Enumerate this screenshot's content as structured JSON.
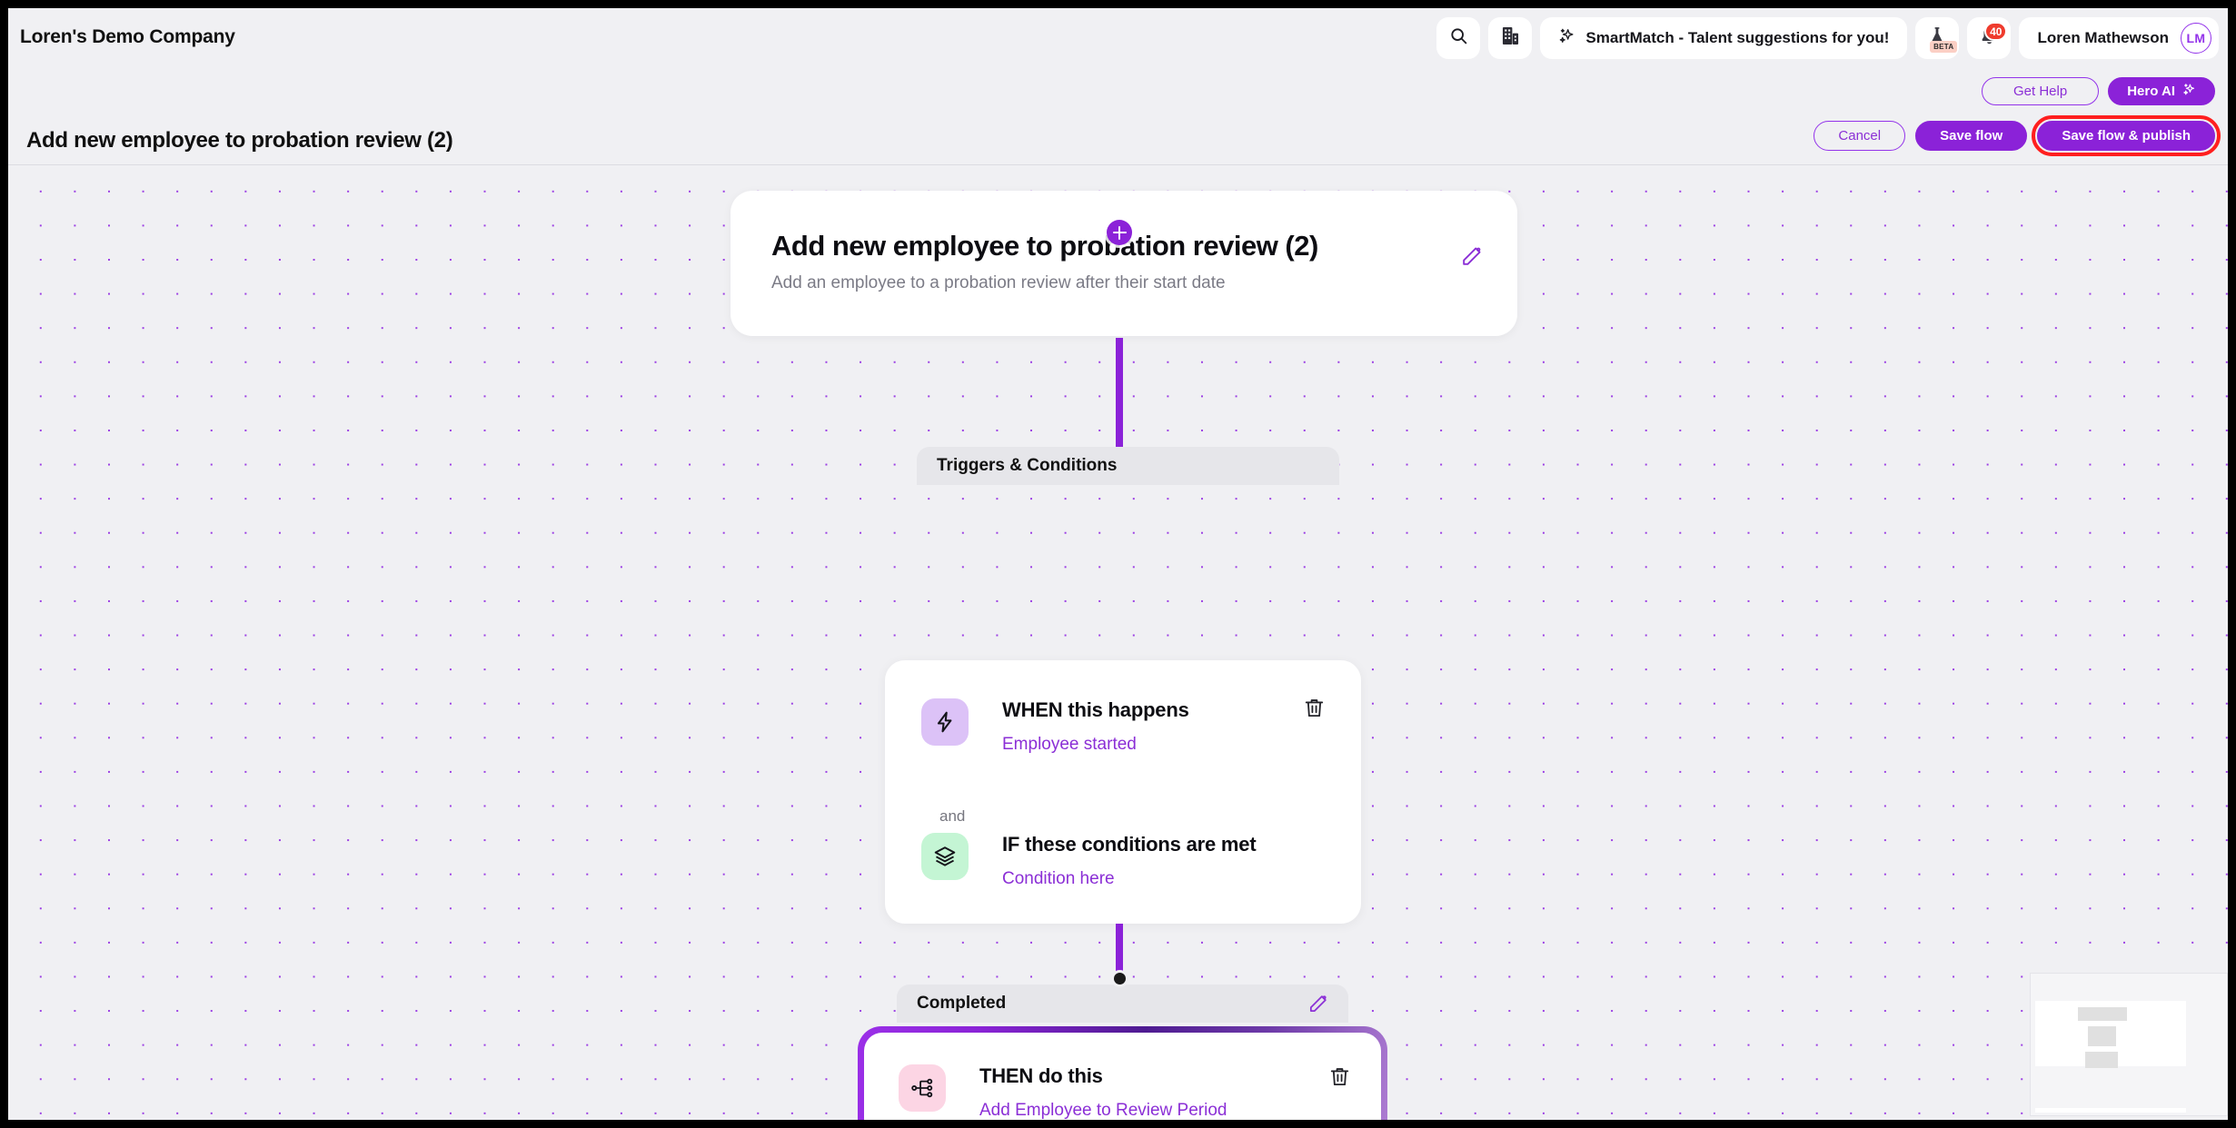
{
  "header": {
    "company_name": "Loren's Demo Company",
    "search_icon": "search-icon",
    "company_icon": "building-icon",
    "smartmatch_label": "SmartMatch - Talent suggestions for you!",
    "smartmatch_icon": "sparkles-icon",
    "beta_icon": "flask-icon",
    "beta_badge": "BETA",
    "notifications_icon": "bell-icon",
    "notifications_count": "40",
    "user_name": "Loren Mathewson",
    "user_initials": "LM"
  },
  "actions": {
    "get_help": "Get Help",
    "hero_ai": "Hero AI",
    "hero_ai_icon": "sparkles-icon",
    "cancel": "Cancel",
    "save_flow": "Save flow",
    "save_and_publish": "Save flow & publish"
  },
  "page": {
    "title": "Add new employee to probation review (2)"
  },
  "flow": {
    "title_card": {
      "heading": "Add new employee to probation review (2)",
      "description": "Add an employee to a probation review after their start date",
      "edit_icon": "pencil-icon"
    },
    "sections": [
      {
        "tab_label": "Triggers & Conditions",
        "nodes": [
          {
            "label": "WHEN this happens",
            "value": "Employee started",
            "icon": "lightning-bolt-icon",
            "delete_icon": "trash-icon"
          },
          {
            "connector_label": "and"
          },
          {
            "label": "IF these conditions are met",
            "value": "Condition here",
            "icon": "layers-icon"
          }
        ]
      },
      {
        "tab_label": "Completed",
        "tab_edit_icon": "pencil-icon",
        "selected": true,
        "nodes": [
          {
            "label": "THEN do this",
            "value": "Add Employee to Review Period",
            "icon": "branch-flow-icon",
            "delete_icon": "trash-icon"
          }
        ]
      }
    ],
    "add_node_icon": "plus-circle-icon"
  },
  "colors": {
    "accent_purple": "#8b22d8",
    "accent_purple_light": "#8b2fd6",
    "highlight_red": "#ff1f1f",
    "badge_red": "#ef3b2d",
    "canvas_bg": "#f0f0f3",
    "icon_purple_bg": "#dcc2f7",
    "icon_green_bg": "#c4f5d4",
    "icon_pink_bg": "#fcd5e4"
  },
  "minimap": {
    "label": "flow-minimap"
  }
}
